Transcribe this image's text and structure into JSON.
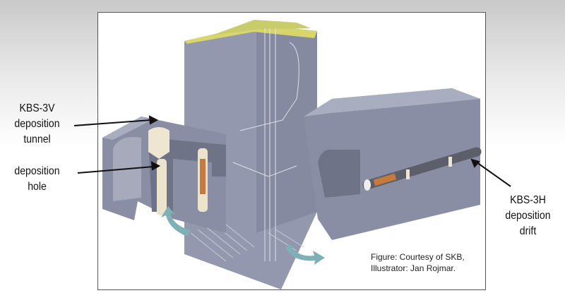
{
  "labels": {
    "kbs3v": [
      "KBS-3V",
      "deposition",
      "tunnel"
    ],
    "hole": [
      "deposition",
      "hole"
    ],
    "kbs3h": [
      "KBS-3H",
      "deposition",
      "drift"
    ]
  },
  "caption": [
    "Figure: Courtesy of SKB,",
    "Illustrator:  Jan Rojmar."
  ],
  "colors": {
    "rock": "#8f93a8",
    "rock_dark": "#6f7388",
    "copper": "#c87a3a",
    "bentonite": "#efe6d2",
    "arrow": "#7fb0b5",
    "surface": "#d8d66a"
  }
}
